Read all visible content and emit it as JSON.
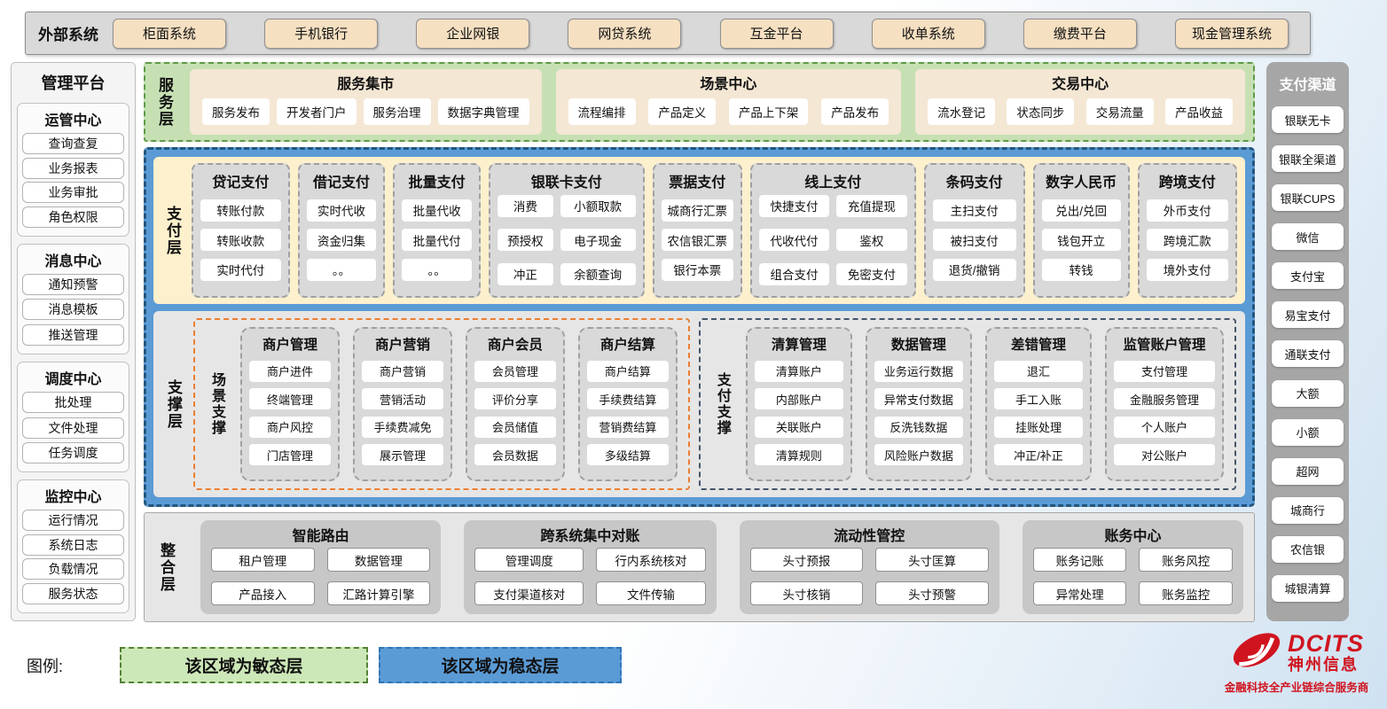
{
  "colors": {
    "stable_blue": "#5b9bd5",
    "agile_green": "#c6e0b4",
    "pay_cream": "#fcf0cd",
    "panel_gray": "#d9d9d9",
    "tan": "#f6e0c2",
    "logo_red": "#d0141f"
  },
  "external_systems": {
    "label": "外部系统",
    "items": [
      "柜面系统",
      "手机银行",
      "企业网银",
      "网贷系统",
      "互金平台",
      "收单系统",
      "缴费平台",
      "现金管理系统"
    ]
  },
  "management_platform": {
    "title": "管理平台",
    "groups": [
      {
        "title": "运管中心",
        "items": [
          "查询查复",
          "业务报表",
          "业务审批",
          "角色权限"
        ]
      },
      {
        "title": "消息中心",
        "items": [
          "通知预警",
          "消息模板",
          "推送管理"
        ]
      },
      {
        "title": "调度中心",
        "items": [
          "批处理",
          "文件处理",
          "任务调度"
        ]
      },
      {
        "title": "监控中心",
        "items": [
          "运行情况",
          "系统日志",
          "负载情况",
          "服务状态"
        ]
      }
    ]
  },
  "service_layer": {
    "label": "服务层",
    "sections": [
      {
        "title": "服务集市",
        "items": [
          "服务发布",
          "开发者门户",
          "服务治理",
          "数据字典管理"
        ]
      },
      {
        "title": "场景中心",
        "items": [
          "流程编排",
          "产品定义",
          "产品上下架",
          "产品发布"
        ]
      },
      {
        "title": "交易中心",
        "items": [
          "流水登记",
          "状态同步",
          "交易流量",
          "产品收益"
        ]
      }
    ]
  },
  "payment_layer": {
    "label": "支付层",
    "groups": [
      {
        "title": "贷记支付",
        "items": [
          "转账付款",
          "转账收款",
          "实时代付"
        ]
      },
      {
        "title": "借记支付",
        "items": [
          "实时代收",
          "资金归集",
          "。。"
        ]
      },
      {
        "title": "批量支付",
        "items": [
          "批量代收",
          "批量代付",
          "。。"
        ]
      },
      {
        "title": "银联卡支付",
        "items": [
          "消费",
          "小额取款",
          "预授权",
          "电子现金",
          "冲正",
          "余额查询"
        ]
      },
      {
        "title": "票据支付",
        "items": [
          "城商行汇票",
          "农信银汇票",
          "银行本票"
        ]
      },
      {
        "title": "线上支付",
        "items": [
          "快捷支付",
          "充值提现",
          "代收代付",
          "鉴权",
          "组合支付",
          "免密支付"
        ]
      },
      {
        "title": "条码支付",
        "items": [
          "主扫支付",
          "被扫支付",
          "退货/撤销"
        ]
      },
      {
        "title": "数字人民币",
        "items": [
          "兑出/兑回",
          "钱包开立",
          "转钱"
        ]
      },
      {
        "title": "跨境支付",
        "items": [
          "外币支付",
          "跨境汇款",
          "境外支付"
        ]
      }
    ]
  },
  "support_layer": {
    "label": "支撑层",
    "sections": [
      {
        "label": "场景支撑",
        "groups": [
          {
            "title": "商户管理",
            "items": [
              "商户进件",
              "终端管理",
              "商户风控",
              "门店管理"
            ]
          },
          {
            "title": "商户营销",
            "items": [
              "商户营销",
              "营销活动",
              "手续费减免",
              "展示管理"
            ]
          },
          {
            "title": "商户会员",
            "items": [
              "会员管理",
              "评价分享",
              "会员储值",
              "会员数据"
            ]
          },
          {
            "title": "商户结算",
            "items": [
              "商户结算",
              "手续费结算",
              "营销费结算",
              "多级结算"
            ]
          }
        ]
      },
      {
        "label": "支付支撑",
        "groups": [
          {
            "title": "清算管理",
            "items": [
              "清算账户",
              "内部账户",
              "关联账户",
              "清算规则"
            ]
          },
          {
            "title": "数据管理",
            "items": [
              "业务运行数据",
              "异常支付数据",
              "反洗钱数据",
              "风险账户数据"
            ]
          },
          {
            "title": "差错管理",
            "items": [
              "退汇",
              "手工入账",
              "挂账处理",
              "冲正/补正"
            ]
          },
          {
            "title": "监管账户管理",
            "items": [
              "支付管理",
              "金融服务管理",
              "个人账户",
              "对公账户"
            ]
          }
        ]
      }
    ]
  },
  "integration_layer": {
    "label": "整合层",
    "sections": [
      {
        "title": "智能路由",
        "items": [
          "租户管理",
          "数据管理",
          "产品接入",
          "汇路计算引擎"
        ]
      },
      {
        "title": "跨系统集中对账",
        "items": [
          "管理调度",
          "行内系统核对",
          "支付渠道核对",
          "文件传输"
        ]
      },
      {
        "title": "流动性管控",
        "items": [
          "头寸预报",
          "头寸匡算",
          "头寸核销",
          "头寸预警"
        ]
      },
      {
        "title": "账务中心",
        "items": [
          "账务记账",
          "账务风控",
          "异常处理",
          "账务监控"
        ]
      }
    ]
  },
  "payment_channels": {
    "title": "支付渠道",
    "items": [
      "银联无卡",
      "银联全渠道",
      "银联CUPS",
      "微信",
      "支付宝",
      "易宝支付",
      "通联支付",
      "大额",
      "小额",
      "超网",
      "城商行",
      "农信银",
      "城银清算"
    ]
  },
  "legend": {
    "label": "图例:",
    "agile": "该区域为敏态层",
    "stable": "该区域为稳态层"
  },
  "logo": {
    "brand": "DCITS",
    "name": "神州信息",
    "tagline": "金融科技全产业链综合服务商"
  }
}
